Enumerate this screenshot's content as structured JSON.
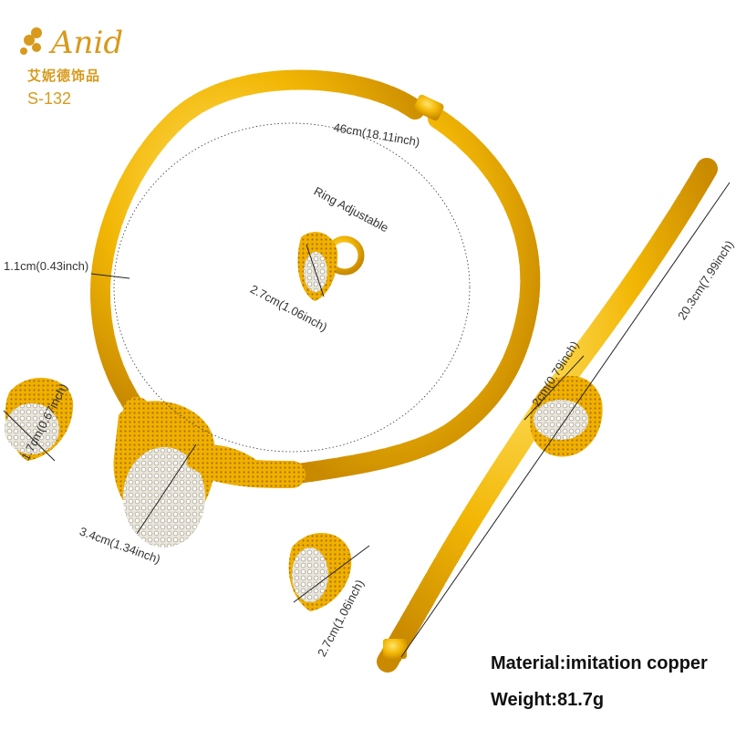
{
  "brand": {
    "script_name": "Anid",
    "chinese_name": "艾妮德饰品",
    "product_code": "S-132",
    "color": "#d79a1c"
  },
  "dimensions": {
    "necklace_length": "46cm(18.11inch)",
    "necklace_width": "1.1cm(0.43inch)",
    "ring_label": "Ring Adjustable",
    "ring_size": "2.7cm(1.06inch)",
    "earring_small": "1.7cm(0.67inch)",
    "pendant": "3.4cm(1.34inch)",
    "earring_large": "2.7cm(1.06inch)",
    "bracelet_width": "2cm(0.79inch)",
    "bracelet_length": "20.3cm(7.99inch)"
  },
  "specs": {
    "material": "Material:imitation copper",
    "weight": "Weight:81.7g"
  },
  "colors": {
    "gold": "#f2b705",
    "gold_dark": "#c98a00",
    "gold_light": "#ffd84a"
  }
}
